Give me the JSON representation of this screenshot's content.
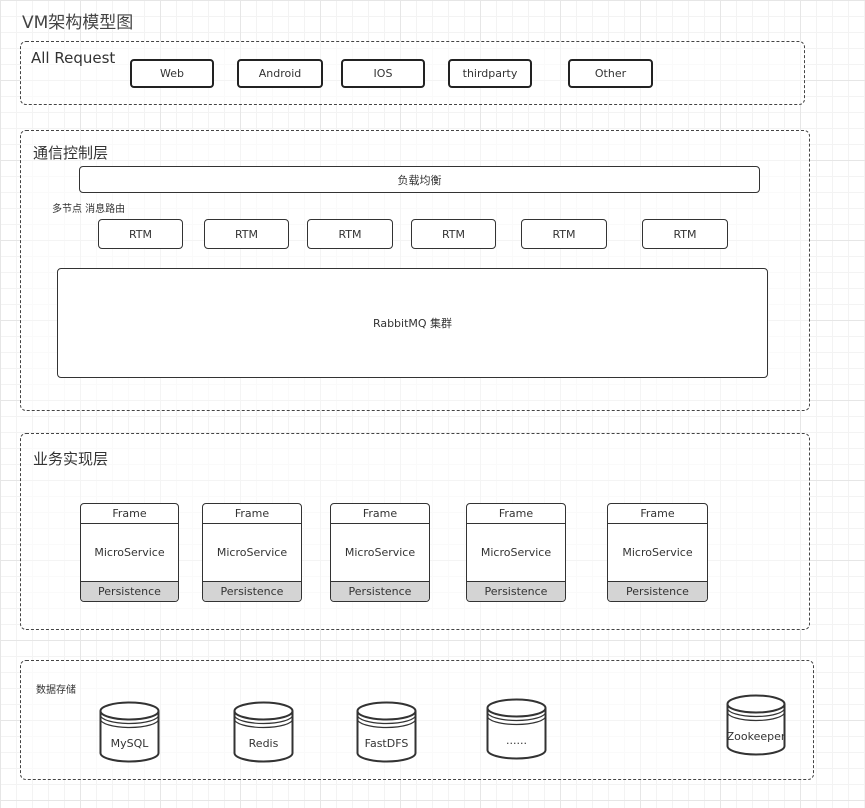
{
  "title": "VM架构模型图",
  "request_layer": {
    "label": "All Request",
    "clients": [
      "Web",
      "Android",
      "IOS",
      "thirdparty",
      "Other"
    ]
  },
  "comm_layer": {
    "label": "通信控制层",
    "load_balancer": "负载均衡",
    "routing_label": "多节点 消息路由",
    "rtm_nodes": [
      "RTM",
      "RTM",
      "RTM",
      "RTM",
      "RTM",
      "RTM"
    ],
    "mq_cluster": "RabbitMQ 集群"
  },
  "business_layer": {
    "label": "业务实现层",
    "services": [
      {
        "frame": "Frame",
        "service": "MicroService",
        "persistence": "Persistence"
      },
      {
        "frame": "Frame",
        "service": "MicroService",
        "persistence": "Persistence"
      },
      {
        "frame": "Frame",
        "service": "MicroService",
        "persistence": "Persistence"
      },
      {
        "frame": "Frame",
        "service": "MicroService",
        "persistence": "Persistence"
      },
      {
        "frame": "Frame",
        "service": "MicroService",
        "persistence": "Persistence"
      }
    ]
  },
  "storage_layer": {
    "label": "数据存储",
    "stores": [
      "MySQL",
      "Redis",
      "FastDFS",
      "......",
      "Zookeeper"
    ]
  }
}
